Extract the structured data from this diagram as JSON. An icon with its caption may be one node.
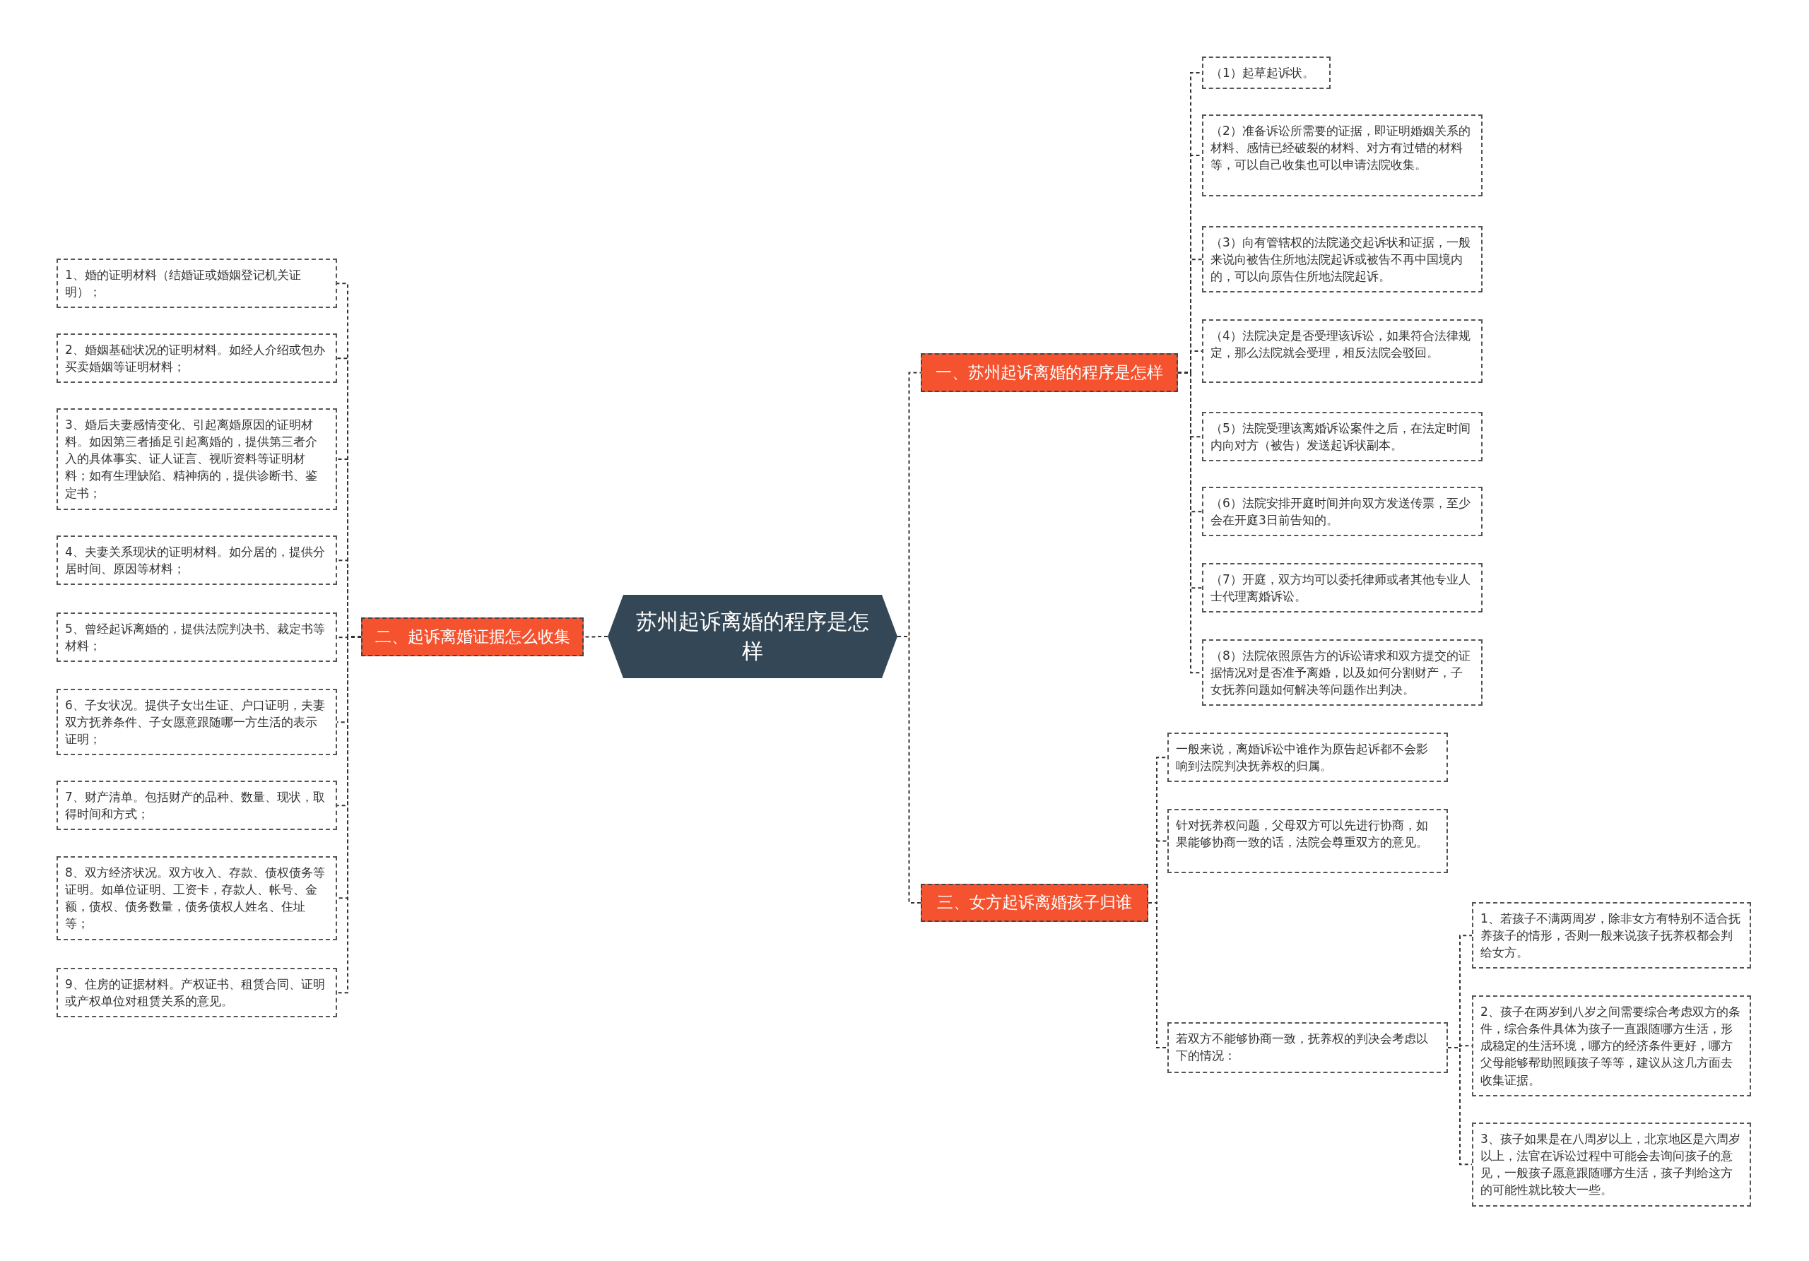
{
  "diagram": {
    "nodes": [
      {
        "text": [
          "苏州起诉离婚的程序是怎样"
        ]
      },
      {
        "text": [
          "一、苏州起诉离婚的程序是怎样"
        ]
      },
      {
        "text": [
          "（1）起草起诉状。"
        ]
      },
      {
        "text": [
          "（2）准备诉讼所需要的证据，即证明婚姻关系的材料、感情已经破裂的材料、对方有过错的材料等，可以自己收集也可以申请法院收集。"
        ]
      },
      {
        "text": [
          "（3）向有管辖权的法院递交起诉状和证据，一般来说向被告住所地法院起诉或被告不再中国境内的，可以向原告住所地法院起诉。"
        ]
      },
      {
        "text": [
          "（4）法院决定是否受理该诉讼，如果符合法律规定，那么法院就会受理，相反法院会驳回。"
        ]
      },
      {
        "text": [
          "（5）法院受理该离婚诉讼案件之后，在法定时间内向对方（被告）发送起诉状副本。"
        ]
      },
      {
        "text": [
          "（6）法院安排开庭时间并向双方发送传票，至少会在开庭3日前告知的。"
        ]
      },
      {
        "text": [
          "（7）开庭，双方均可以委托律师或者其他专业人士代理离婚诉讼。"
        ]
      },
      {
        "text": [
          "（8）法院依照原告方的诉讼请求和双方提交的证据情况对是否准予离婚，以及如何分割财产，子女抚养问题如何解决等问题作出判决。"
        ]
      },
      {
        "text": [
          "二、起诉离婚证据怎么收集"
        ]
      },
      {
        "text": [
          "1、婚的证明材料（结婚证或婚姻登记机关证明）；"
        ]
      },
      {
        "text": [
          "2、婚姻基础状况的证明材料。如经人介绍或包办买卖婚姻等证明材料；"
        ]
      },
      {
        "text": [
          "3、婚后夫妻感情变化、引起离婚原因的证明材料。如因第三者插足引起离婚的，提供第三者介入的具体事实、证人证言、视听资料等证明材料；如有生理缺陷、精神病的，提供诊断书、鉴定书；"
        ]
      },
      {
        "text": [
          "4、夫妻关系现状的证明材料。如分居的，提供分居时间、原因等材料；"
        ]
      },
      {
        "text": [
          "5、曾经起诉离婚的，提供法院判决书、裁定书等材料；"
        ]
      },
      {
        "text": [
          "6、子女状况。提供子女出生证、户口证明，夫妻双方抚养条件、子女愿意跟随哪一方生活的表示证明；"
        ]
      },
      {
        "text": [
          "7、财产清单。包括财产的品种、数量、现状，取得时间和方式；"
        ]
      },
      {
        "text": [
          "8、双方经济状况。双方收入、存款、债权债务等证明。如单位证明、工资卡，存款人、帐号、金额，债权、债务数量，债务债权人姓名、住址等；"
        ]
      },
      {
        "text": [
          "9、住房的证据材料。产权证书、租赁合同、证明或产权单位对租赁关系的意见。"
        ]
      },
      {
        "text": [
          "三、女方起诉离婚孩子归谁"
        ]
      },
      {
        "text": [
          "一般来说，离婚诉讼中谁作为原告起诉都不会影响到法院判决抚养权的归属。"
        ]
      },
      {
        "text": [
          "针对抚养权问题，父母双方可以先进行协商，如果能够协商一致的话，法院会尊重双方的意见。"
        ]
      },
      {
        "text": [
          "若双方不能够协商一致，抚养权的判决会考虑以下的情况："
        ]
      },
      {
        "text": [
          "1、若孩子不满两周岁，除非女方有特别不适合抚养孩子的情形，否则一般来说孩子抚养权都会判给女方。"
        ]
      },
      {
        "text": [
          "2、孩子在两岁到八岁之间需要综合考虑双方的条件，综合条件具体为孩子一直跟随哪方生活，形成稳定的生活环境，哪方的经济条件更好，哪方父母能够帮助照顾孩子等等，建议从这几方面去收集证据。"
        ]
      },
      {
        "text": [
          "3、孩子如果是在八周岁以上，北京地区是六周岁以上，法官在诉讼过程中可能会去询问孩子的意见，一般孩子愿意跟随哪方生活，孩子判给这方的可能性就比较大一些。"
        ]
      }
    ],
    "edges": [
      {
        "from": 0,
        "to": 1,
        "arrow": "none"
      },
      {
        "from": 0,
        "to": 10,
        "arrow": "none"
      },
      {
        "from": 0,
        "to": 20,
        "arrow": "none"
      },
      {
        "from": 1,
        "to": 2,
        "arrow": "none"
      },
      {
        "from": 1,
        "to": 3,
        "arrow": "none"
      },
      {
        "from": 1,
        "to": 4,
        "arrow": "none"
      },
      {
        "from": 1,
        "to": 5,
        "arrow": "none"
      },
      {
        "from": 1,
        "to": 6,
        "arrow": "none"
      },
      {
        "from": 1,
        "to": 7,
        "arrow": "none"
      },
      {
        "from": 1,
        "to": 8,
        "arrow": "none"
      },
      {
        "from": 1,
        "to": 9,
        "arrow": "none"
      },
      {
        "from": 10,
        "to": 11,
        "arrow": "none"
      },
      {
        "from": 10,
        "to": 12,
        "arrow": "none"
      },
      {
        "from": 10,
        "to": 13,
        "arrow": "none"
      },
      {
        "from": 10,
        "to": 14,
        "arrow": "none"
      },
      {
        "from": 10,
        "to": 15,
        "arrow": "none"
      },
      {
        "from": 10,
        "to": 16,
        "arrow": "none"
      },
      {
        "from": 10,
        "to": 17,
        "arrow": "none"
      },
      {
        "from": 10,
        "to": 18,
        "arrow": "none"
      },
      {
        "from": 10,
        "to": 19,
        "arrow": "none"
      },
      {
        "from": 20,
        "to": 21,
        "arrow": "none"
      },
      {
        "from": 20,
        "to": 22,
        "arrow": "none"
      },
      {
        "from": 20,
        "to": 23,
        "arrow": "none"
      },
      {
        "from": 23,
        "to": 24,
        "arrow": "none"
      },
      {
        "from": 23,
        "to": 25,
        "arrow": "none"
      },
      {
        "from": 23,
        "to": 26,
        "arrow": "none"
      }
    ]
  }
}
